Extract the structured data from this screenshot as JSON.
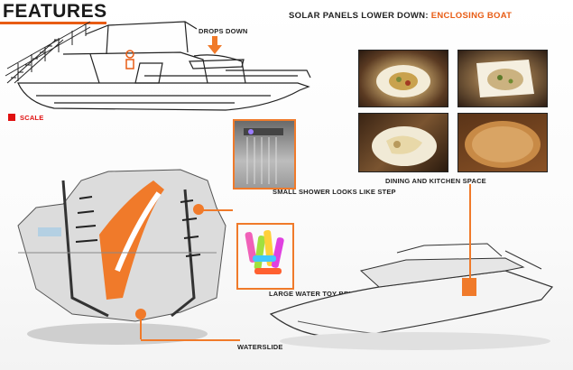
{
  "title": "FEATURES",
  "solar": {
    "prefix": "SOLAR PANELS LOWER DOWN:",
    "accent": "ENCLOSING BOAT"
  },
  "drops_down": "DROPS DOWN",
  "scale": "SCALE",
  "features": {
    "shower": "SMALL SHOWER LOOKS LIKE STEP",
    "dining": "DINING AND  KITCHEN SPACE",
    "toy_bin": "LARGE WATER TOY BEN",
    "waterslide": "WATERSLIDE"
  },
  "colors": {
    "accent": "#e85c14",
    "scale": "#e01010",
    "ink": "#222222"
  }
}
